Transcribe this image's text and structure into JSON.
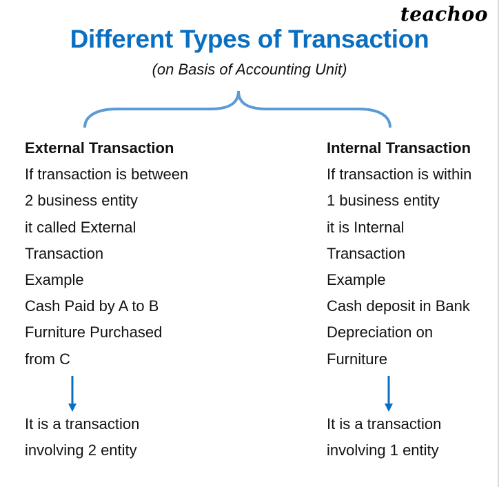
{
  "logo": "teachoo",
  "title": "Different Types of Transaction",
  "subtitle": "(on Basis of Accounting Unit)",
  "colors": {
    "title": "#0b6fc1",
    "brace": "#5b9bd5",
    "arrow": "#0b6fc1"
  },
  "columns": [
    {
      "heading": "External Transaction",
      "lines": [
        "If transaction is between",
        "2 business entity",
        "it called External",
        "Transaction",
        "Example",
        "Cash Paid by  A to B",
        "Furniture Purchased",
        "from C"
      ],
      "result": [
        "It is a transaction",
        "involving 2 entity"
      ]
    },
    {
      "heading": "Internal Transaction",
      "lines": [
        "If transaction is within",
        "1 business entity",
        "it is Internal",
        "Transaction",
        "Example",
        "Cash deposit in Bank",
        "Depreciation on",
        "Furniture"
      ],
      "result": [
        "It is a transaction",
        "involving 1 entity"
      ]
    }
  ]
}
